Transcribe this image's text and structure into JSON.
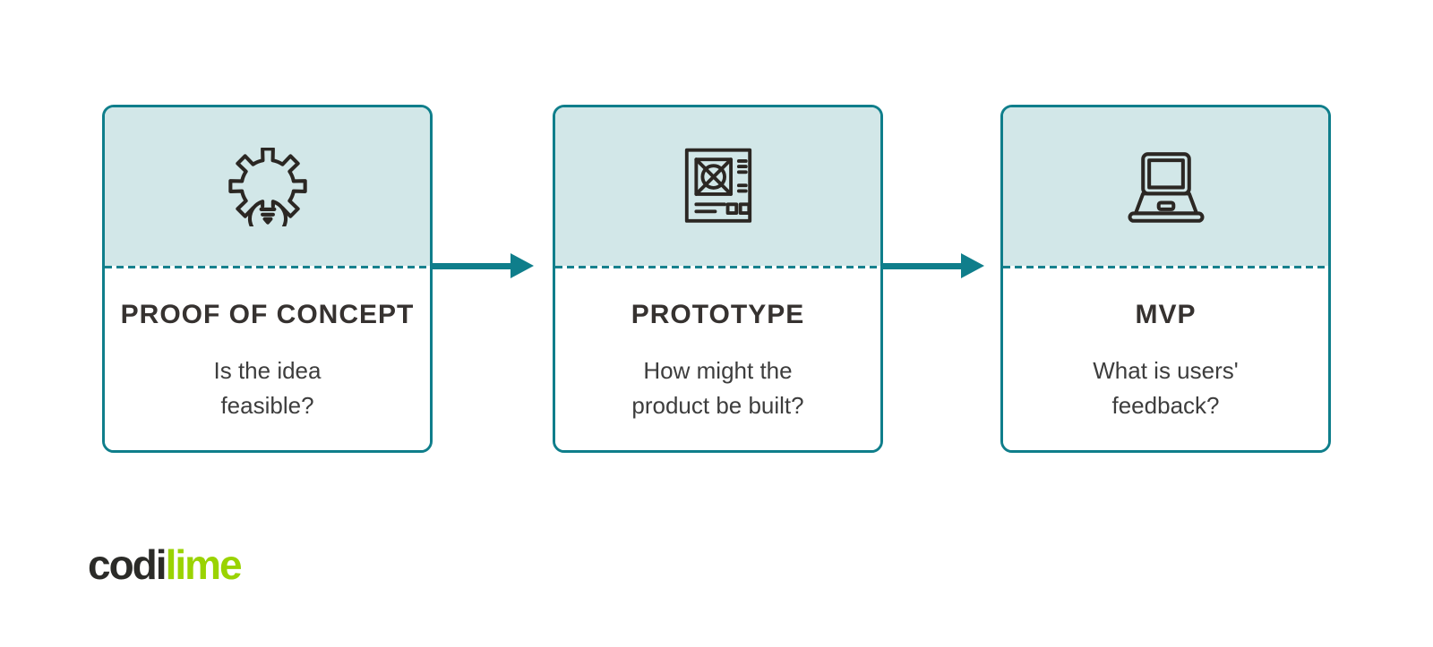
{
  "diagram": {
    "type": "process-flow",
    "colors": {
      "accent_teal": "#0F7E8B",
      "card_top_fill": "#D2E7E8",
      "icon_stroke": "#2B2723",
      "title_text": "#363230",
      "body_text": "#3D3D3D",
      "logo_dark": "#2B2B28",
      "logo_lime": "#9AD302"
    },
    "cards": [
      {
        "id": "proof-of-concept",
        "icon": "gear-lightbulb-icon",
        "title": "PROOF OF CONCEPT",
        "subtitle_line1": "Is the idea",
        "subtitle_line2": "feasible?"
      },
      {
        "id": "prototype",
        "icon": "blueprint-icon",
        "title": "PROTOTYPE",
        "subtitle_line1": "How might the",
        "subtitle_line2": "product be built?"
      },
      {
        "id": "mvp",
        "icon": "laptop-icon",
        "title": "MVP",
        "subtitle_line1": "What is users'",
        "subtitle_line2": "feedback?"
      }
    ],
    "arrows": 2
  },
  "logo": {
    "part1": "codi",
    "part2": "lime"
  }
}
